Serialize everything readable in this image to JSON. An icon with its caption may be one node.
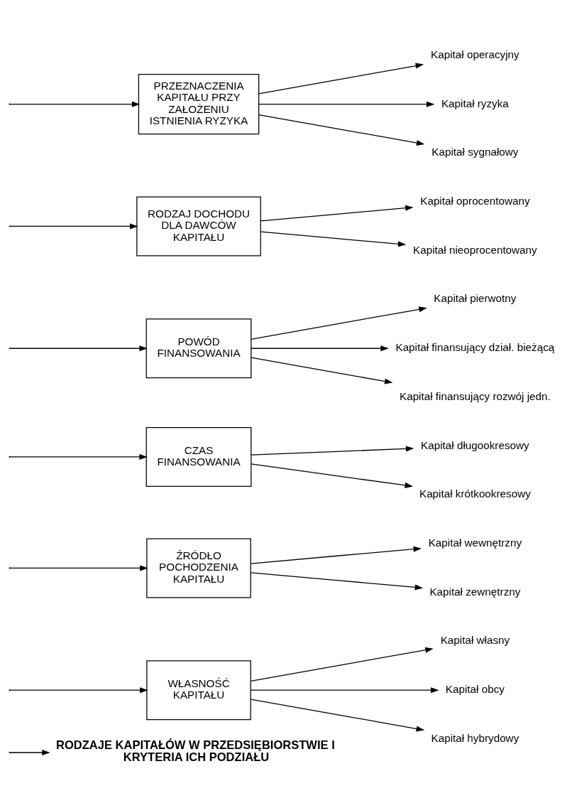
{
  "diagram": {
    "nodes": [
      {
        "text": [
          "RODZAJE KAPITAŁÓW W PRZEDSIĘBIORSTWIE I KRYTERIA ICH PODZIAŁU"
        ]
      },
      {
        "text": [
          "WŁASNOŚĆ KAPITAŁU"
        ]
      },
      {
        "text": [
          "Kapitał własny"
        ]
      },
      {
        "text": [
          "Kapitał obcy"
        ]
      },
      {
        "text": [
          "Kapitał hybrydowy"
        ]
      },
      {
        "text": [
          "ŹRÓDŁO POCHODZENIA KAPITAŁU"
        ]
      },
      {
        "text": [
          "Kapitał wewnętrzny"
        ]
      },
      {
        "text": [
          "Kapitał zewnętrzny"
        ]
      },
      {
        "text": [
          "CZAS FINANSOWANIA"
        ]
      },
      {
        "text": [
          "Kapitał długookresowy"
        ]
      },
      {
        "text": [
          "Kapitał krótkookresowy"
        ]
      },
      {
        "text": [
          "POWÓD FINANSOWANIA"
        ]
      },
      {
        "text": [
          "Kapitał pierwotny"
        ]
      },
      {
        "text": [
          "Kapitał finansujący dział. bieżącą"
        ]
      },
      {
        "text": [
          "Kapitał finansujący rozwój jedn."
        ]
      },
      {
        "text": [
          "RODZAJ DOCHODU DLA DAWCÓW KAPITAŁU"
        ]
      },
      {
        "text": [
          "Kapitał oprocentowany"
        ]
      },
      {
        "text": [
          "Kapitał nieoprocentowany"
        ]
      },
      {
        "text": [
          "PRZEZNACZENIA KAPITAŁU PRZY ZAŁOŻENIU ISTNIENIA RYZYKA"
        ]
      },
      {
        "text": [
          "Kapitał operacyjny"
        ]
      },
      {
        "text": [
          "Kapitał ryzyka"
        ]
      },
      {
        "text": [
          "Kapitał sygnałowy"
        ]
      }
    ],
    "edges": [
      {
        "from": null,
        "to": 0,
        "arrow": "to"
      },
      {
        "from": null,
        "to": 1,
        "arrow": "to"
      },
      {
        "from": 1,
        "to": 2,
        "arrow": "to"
      },
      {
        "from": 1,
        "to": 3,
        "arrow": "to"
      },
      {
        "from": 1,
        "to": 4,
        "arrow": "to"
      },
      {
        "from": null,
        "to": 5,
        "arrow": "to"
      },
      {
        "from": 5,
        "to": 6,
        "arrow": "to"
      },
      {
        "from": 5,
        "to": 7,
        "arrow": "to"
      },
      {
        "from": null,
        "to": 8,
        "arrow": "to"
      },
      {
        "from": 8,
        "to": 9,
        "arrow": "to"
      },
      {
        "from": 8,
        "to": 10,
        "arrow": "to"
      },
      {
        "from": null,
        "to": 11,
        "arrow": "to"
      },
      {
        "from": 11,
        "to": 12,
        "arrow": "to"
      },
      {
        "from": 11,
        "to": 13,
        "arrow": "to"
      },
      {
        "from": 11,
        "to": 14,
        "arrow": "to"
      },
      {
        "from": null,
        "to": 15,
        "arrow": "to"
      },
      {
        "from": 15,
        "to": 16,
        "arrow": "to"
      },
      {
        "from": 15,
        "to": 17,
        "arrow": "to"
      },
      {
        "from": null,
        "to": 18,
        "arrow": "to"
      },
      {
        "from": 18,
        "to": 19,
        "arrow": "to"
      },
      {
        "from": 18,
        "to": 20,
        "arrow": "to"
      },
      {
        "from": 18,
        "to": 21,
        "arrow": "to"
      }
    ]
  }
}
